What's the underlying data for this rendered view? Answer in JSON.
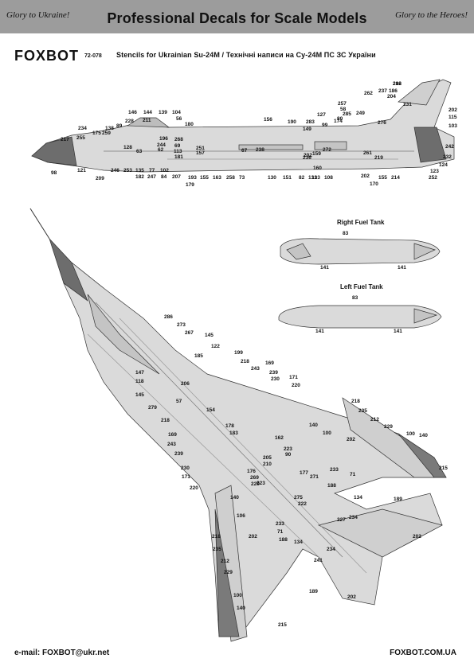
{
  "banner": {
    "left_script": "Glory to Ukraine!",
    "headline": "Professional Decals for Scale Models",
    "right_script": "Glory to the Heroes!"
  },
  "header": {
    "brand": "FOXBOT",
    "code": "72-078",
    "subtitle": "Stencils for Ukrainian  Su-24M / Технічні написи на Су-24М ПС ЗС України"
  },
  "tanks": {
    "right_label": "Right Fuel Tank",
    "left_label": "Left Fuel Tank",
    "right_callouts": [
      "83",
      "141",
      "141"
    ],
    "left_callouts": [
      "83",
      "141",
      "141"
    ]
  },
  "side_view": {
    "callouts": [
      "216",
      "262",
      "237",
      "186",
      "257",
      "58",
      "204",
      "131",
      "202",
      "80",
      "285",
      "115",
      "249",
      "276",
      "103",
      "127",
      "283",
      "174",
      "190",
      "99",
      "149",
      "156",
      "261",
      "272",
      "219",
      "242",
      "232",
      "124",
      "123",
      "252",
      "159",
      "202",
      "160",
      "170",
      "155",
      "214",
      "202",
      "108",
      "131",
      "130",
      "151",
      "82",
      "133",
      "73",
      "258",
      "163",
      "155",
      "193",
      "179",
      "207",
      "102",
      "247",
      "84",
      "77",
      "182",
      "135",
      "253",
      "246",
      "209",
      "121",
      "98",
      "217",
      "255",
      "234",
      "175",
      "259",
      "138",
      "89",
      "228",
      "146",
      "144",
      "139",
      "104",
      "211",
      "56",
      "180",
      "196",
      "268",
      "244",
      "69",
      "62",
      "113",
      "181",
      "63",
      "128",
      "251",
      "157",
      "67",
      "238",
      "236",
      "202"
    ]
  },
  "top_view": {
    "callouts": [
      "286",
      "273",
      "267",
      "145",
      "122",
      "185",
      "199",
      "218",
      "169",
      "243",
      "239",
      "171",
      "230",
      "220",
      "147",
      "118",
      "206",
      "145",
      "279",
      "57",
      "154",
      "178",
      "183",
      "218",
      "169",
      "243",
      "239",
      "230",
      "171",
      "220",
      "218",
      "235",
      "212",
      "229",
      "140",
      "100",
      "202",
      "100",
      "140",
      "215",
      "162",
      "223",
      "90",
      "205",
      "210",
      "176",
      "269",
      "229",
      "223",
      "177",
      "271",
      "233",
      "71",
      "188",
      "134",
      "189",
      "275",
      "222",
      "227",
      "234",
      "140",
      "106",
      "218",
      "235",
      "212",
      "229",
      "202",
      "100",
      "140",
      "215",
      "233",
      "71",
      "188",
      "134",
      "234",
      "241",
      "189",
      "202",
      "202"
    ]
  },
  "footer": {
    "email": "e-mail: FOXBOT@ukr.net",
    "site": "FOXBOT.COM.UA"
  }
}
